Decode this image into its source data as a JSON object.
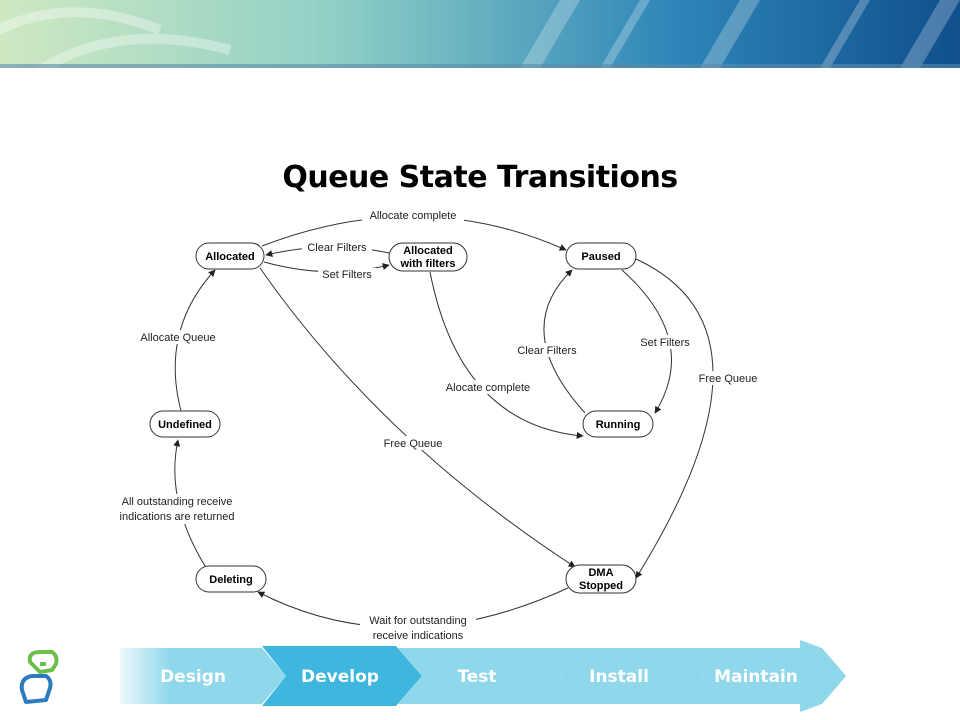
{
  "slide": {
    "title": "Queue State Transitions"
  },
  "diagram": {
    "states": {
      "allocated": "Allocated",
      "allocated_filters_1": "Allocated",
      "allocated_filters_2": "with filters",
      "paused": "Paused",
      "running": "Running",
      "undefined": "Undefined",
      "deleting": "Deleting",
      "dma_1": "DMA",
      "dma_2": "Stopped"
    },
    "transitions": {
      "allocate_complete": "Allocate complete",
      "clear_filters_top": "Clear Filters",
      "set_filters_top": "Set Filters",
      "allocate_queue": "Allocate Queue",
      "clear_filters_right": "Clear Filters",
      "set_filters_right": "Set Filters",
      "free_queue_right": "Free Queue",
      "alocate_complete": "Alocate complete",
      "free_queue_center": "Free Queue",
      "returned_1": "All outstanding receive",
      "returned_2": "indications are returned",
      "wait_1": "Wait for outstanding",
      "wait_2": "receive indications"
    }
  },
  "process": {
    "steps": [
      "Design",
      "Develop",
      "Test",
      "Install",
      "Maintain"
    ],
    "active_index": 1,
    "colors": {
      "arrow": "#8fd8ec",
      "active": "#3fb6dd"
    }
  }
}
